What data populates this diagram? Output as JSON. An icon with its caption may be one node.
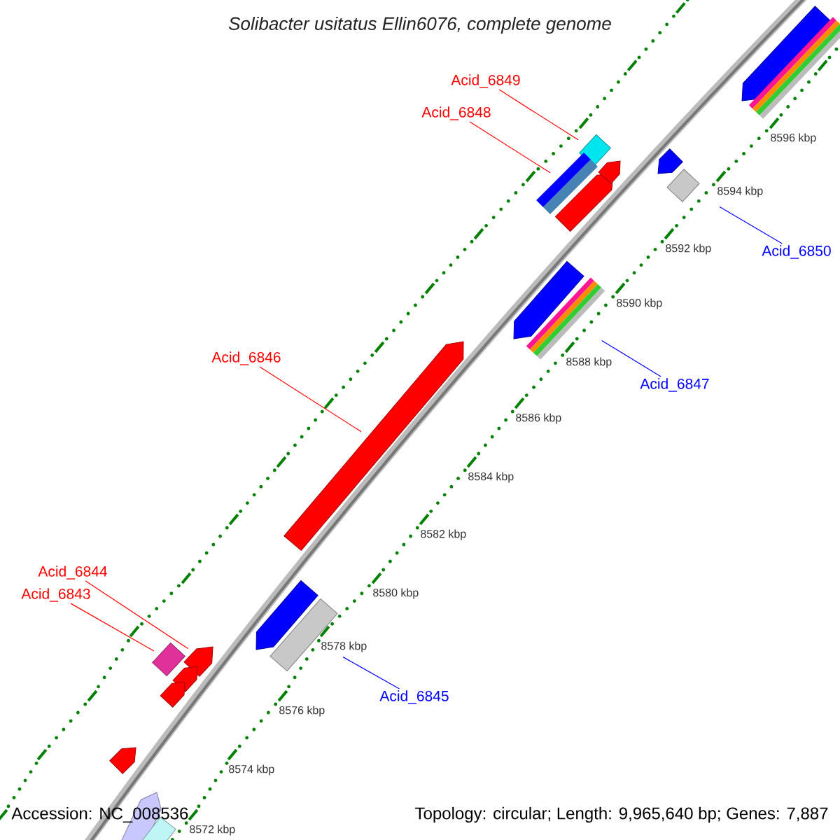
{
  "diagram": {
    "title": "Solibacter usitatus Ellin6076, complete genome",
    "nodes": [
      {
        "text": [
          "Acid_6849"
        ]
      },
      {
        "text": [
          "Acid_6848"
        ]
      },
      {
        "text": [
          "Acid_6850"
        ]
      },
      {
        "text": [
          "Acid_6847"
        ]
      },
      {
        "text": [
          "Acid_6846"
        ]
      },
      {
        "text": [
          "Acid_6844"
        ]
      },
      {
        "text": [
          "Acid_6843"
        ]
      },
      {
        "text": [
          "Acid_6845"
        ]
      },
      {
        "text": [],
        "shape": "arrow"
      },
      {
        "text": [],
        "shape": "bar"
      },
      {
        "text": [],
        "shape": "diamond"
      },
      {
        "text": [],
        "shape": "bar"
      },
      {
        "text": [],
        "shape": "arrow"
      },
      {
        "text": [],
        "shape": "arrow"
      },
      {
        "text": [],
        "shape": "arrow"
      },
      {
        "text": [],
        "shape": "diamond"
      },
      {
        "text": [],
        "shape": "arrow"
      },
      {
        "text": [],
        "shape": "bar"
      },
      {
        "text": [],
        "shape": "arrow"
      },
      {
        "text": [],
        "shape": "arrow"
      },
      {
        "text": [],
        "shape": "bar"
      },
      {
        "text": [],
        "shape": "diamond"
      },
      {
        "text": [],
        "shape": "arrow"
      },
      {
        "text": [],
        "shape": "arrow"
      },
      {
        "text": [],
        "shape": "arrow"
      },
      {
        "text": [],
        "shape": "arrow"
      },
      {
        "text": [],
        "shape": "arrow"
      },
      {
        "text": [],
        "shape": "bar"
      }
    ],
    "edges": [
      {
        "from": 0,
        "to": 10,
        "arrow": "none"
      },
      {
        "from": 1,
        "to": 11,
        "arrow": "none"
      },
      {
        "from": 2,
        "to": 15,
        "arrow": "none",
        "color": "#0000ff"
      },
      {
        "from": 3,
        "to": 17,
        "arrow": "none",
        "color": "#0000ff"
      },
      {
        "from": 4,
        "to": 18,
        "arrow": "none"
      },
      {
        "from": 5,
        "to": 22,
        "arrow": "none"
      },
      {
        "from": 6,
        "to": 21,
        "arrow": "none"
      },
      {
        "from": 7,
        "to": 20,
        "arrow": "none",
        "color": "#0000ff"
      }
    ],
    "labels": [
      "8596 kbp",
      "8594 kbp",
      "8592 kbp",
      "8590 kbp",
      "8588 kbp",
      "8586 kbp",
      "8584 kbp",
      "8582 kbp",
      "8580 kbp",
      "8578 kbp",
      "8576 kbp",
      "8574 kbp",
      "8572 kbp",
      "Accession: NC_008536",
      "Topology: circular; Length: 9,965,640 bp; Genes: 7,887"
    ]
  }
}
